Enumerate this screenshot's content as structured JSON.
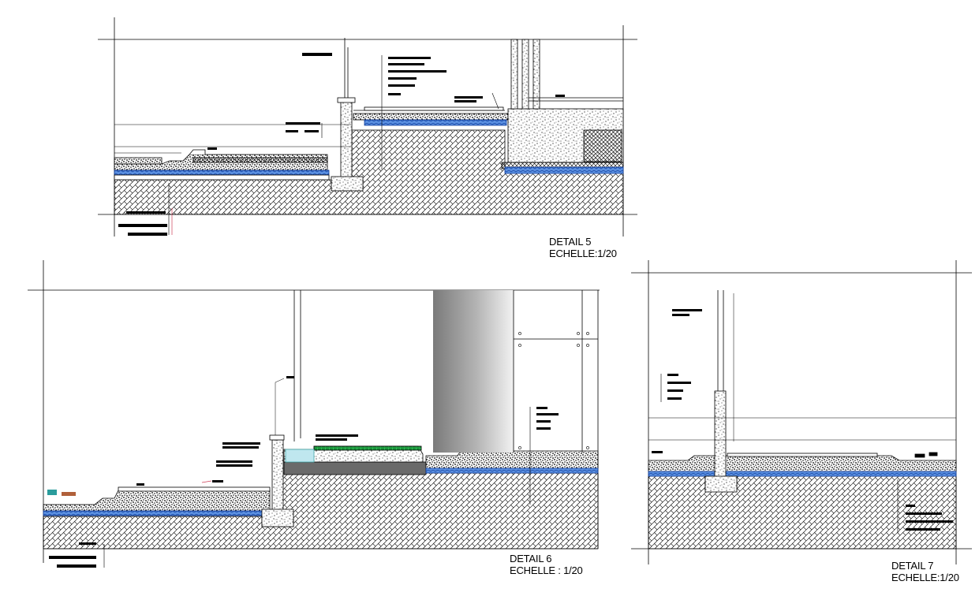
{
  "details": [
    {
      "id": "detail-5",
      "title": "DETAIL 5",
      "scale": "ECHELLE:1/20"
    },
    {
      "id": "detail-6",
      "title": "DETAIL 6",
      "scale": "ECHELLE : 1/20"
    },
    {
      "id": "detail-7",
      "title": "DETAIL 7",
      "scale": "ECHELLE:1/20"
    }
  ],
  "colors": {
    "line": "#000000",
    "waterproofing": "#1f5fd6",
    "grass": "#1aa64a",
    "concrete_fill": "#f4f4f4",
    "leader_accent": "#d0405a",
    "marker_teal": "#2a9c9c",
    "marker_brown": "#b0603a"
  }
}
